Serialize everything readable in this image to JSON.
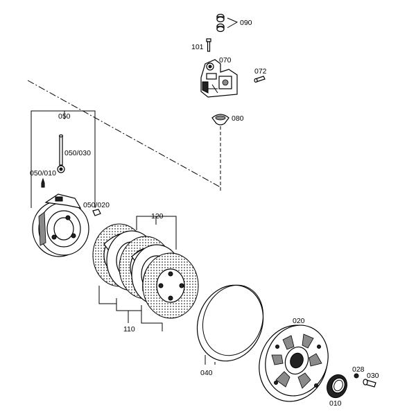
{
  "labels": {
    "p090": "090",
    "p101": "101",
    "p070": "070",
    "p072": "072",
    "p080": "080",
    "p050": "050",
    "p050_030": "050/030",
    "p050_010": "050/010",
    "p050_020": "050/020",
    "p120": "120",
    "p110": "110",
    "p040": "040",
    "p020": "020",
    "p028": "028",
    "p030": "030",
    "p010": "010"
  },
  "colors": {
    "line": "#000000",
    "friction_dots": "#7a7a7a",
    "background": "#ffffff"
  }
}
